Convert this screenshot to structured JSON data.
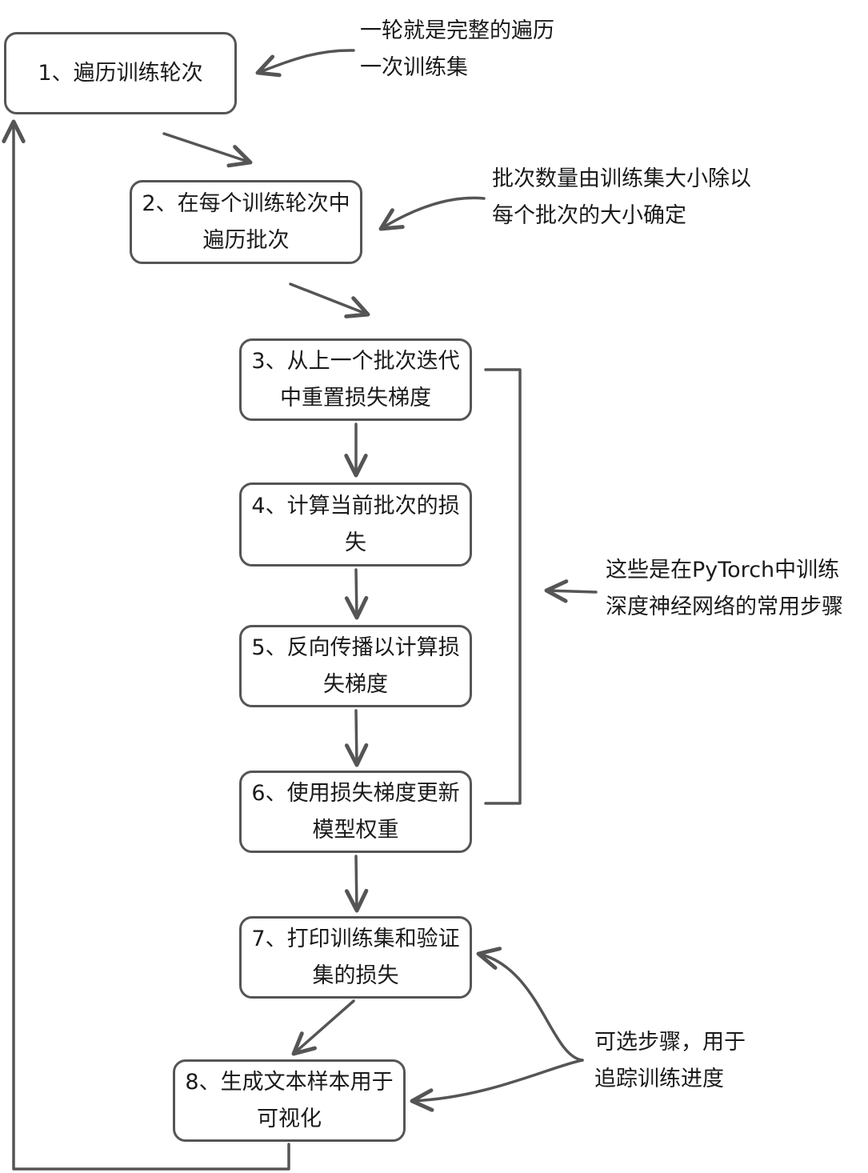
{
  "steps": [
    {
      "id": "step-1",
      "label": "1、遍历训练轮次"
    },
    {
      "id": "step-2",
      "label": "2、在每个训练轮次中遍历批次"
    },
    {
      "id": "step-3",
      "label": "3、从上一个批次迭代中重置损失梯度"
    },
    {
      "id": "step-4",
      "label": "4、计算当前批次的损失"
    },
    {
      "id": "step-5",
      "label": "5、反向传播以计算损失梯度"
    },
    {
      "id": "step-6",
      "label": "6、使用损失梯度更新模型权重"
    },
    {
      "id": "step-7",
      "label": "7、打印训练集和验证集的损失"
    },
    {
      "id": "step-8",
      "label": "8、生成文本样本用于可视化"
    }
  ],
  "notes": {
    "epoch": {
      "line1": "一轮就是完整的遍历",
      "line2": "一次训练集"
    },
    "batches": {
      "line1": "批次数量由训练集大小除以",
      "line2": "每个批次的大小确定"
    },
    "common": {
      "line1": "这些是在PyTorch中训练",
      "line2": "深度神经网络的常用步骤"
    },
    "optional": {
      "line1": "可选步骤，用于",
      "line2": "追踪训练进度"
    }
  },
  "colors": {
    "stroke": "#555555",
    "text": "#1a1a1a",
    "background": "#ffffff"
  }
}
